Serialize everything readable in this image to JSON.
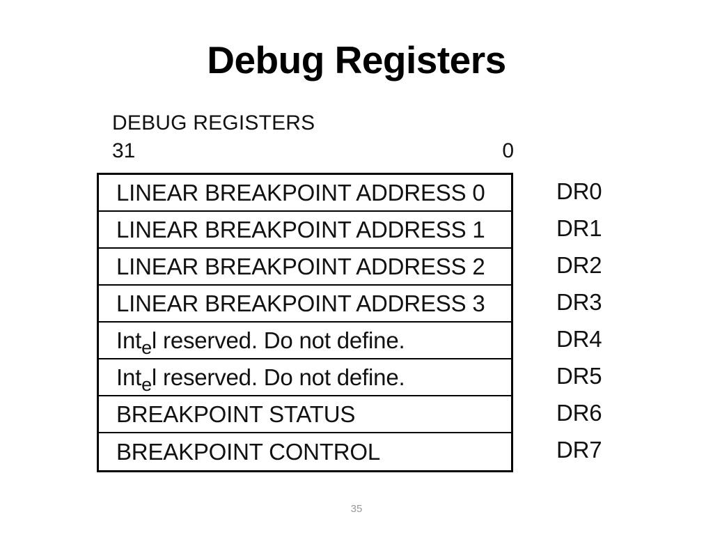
{
  "slide": {
    "title": "Debug Registers",
    "page_number": "35",
    "background_color": "#ffffff",
    "text_color": "#111111",
    "page_number_color": "#9a9a9a"
  },
  "figure": {
    "caption": "DEBUG REGISTERS",
    "bit_labels": {
      "msb": "31",
      "lsb": "0"
    },
    "border_color": "#000000",
    "rows": [
      {
        "field": "LINEAR BREAKPOINT ADDRESS 0",
        "register": "DR0",
        "intel_mark": false
      },
      {
        "field": "LINEAR BREAKPOINT ADDRESS 1",
        "register": "DR1",
        "intel_mark": false
      },
      {
        "field": "LINEAR BREAKPOINT ADDRESS 2",
        "register": "DR2",
        "intel_mark": false
      },
      {
        "field": "LINEAR BREAKPOINT ADDRESS 3",
        "register": "DR3",
        "intel_mark": false
      },
      {
        "field": "Intel reserved. Do not define.",
        "register": "DR4",
        "intel_mark": true,
        "intel_parts": {
          "pre": "Int",
          "drop": "e",
          "post": "l",
          "rest": " reserved. Do not define."
        }
      },
      {
        "field": "Intel reserved. Do not define.",
        "register": "DR5",
        "intel_mark": true,
        "intel_parts": {
          "pre": "Int",
          "drop": "e",
          "post": "l",
          "rest": " reserved. Do not define."
        }
      },
      {
        "field": "BREAKPOINT STATUS",
        "register": "DR6",
        "intel_mark": false
      },
      {
        "field": "BREAKPOINT CONTROL",
        "register": "DR7",
        "intel_mark": false
      }
    ]
  }
}
